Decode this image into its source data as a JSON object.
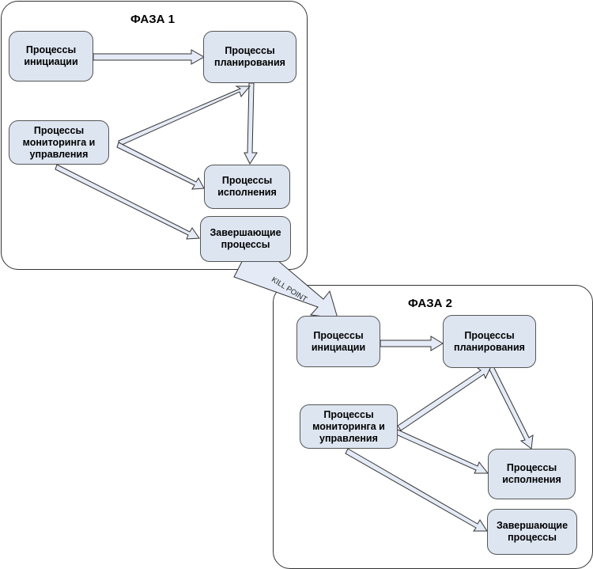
{
  "phases": [
    {
      "title": "ФАЗА 1",
      "nodes": {
        "initiation": "Процессы\nинициации",
        "planning": "Процессы\nпланирования",
        "monitoring": "Процессы\nмониторинга и\nуправления",
        "execution": "Процессы\nисполнения",
        "closing": "Завершающие\nпроцессы"
      }
    },
    {
      "title": "ФАЗА 2",
      "nodes": {
        "initiation": "Процессы\nинициации",
        "planning": "Процессы\nпланирования",
        "monitoring": "Процессы\nмониторинга и\nуправления",
        "execution": "Процессы\nисполнения",
        "closing": "Завершающие\nпроцессы"
      }
    }
  ],
  "kill_point": "KILL POINT",
  "colors": {
    "node_fill": "#dde5f1",
    "arrow_fill": "#e4ebf6",
    "border": "#333333"
  }
}
